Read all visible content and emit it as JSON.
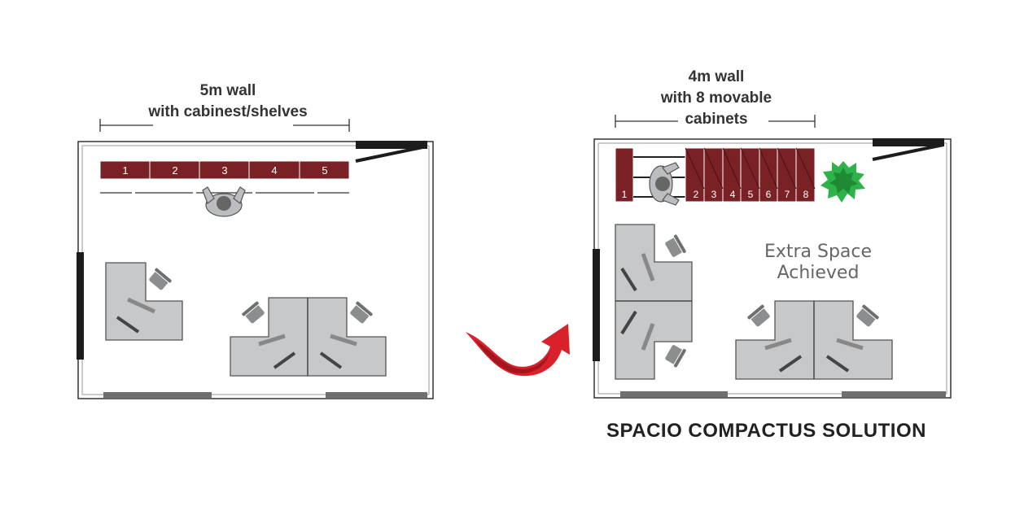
{
  "before": {
    "wall_label_line1": "5m wall",
    "wall_label_line2": "with cabinest/shelves",
    "cabinets": [
      "1",
      "2",
      "3",
      "4",
      "5"
    ]
  },
  "after": {
    "wall_label_line1": "4m wall",
    "wall_label_line2": "with 8 movable",
    "wall_label_line3": "cabinets",
    "cabinets": [
      "1",
      "2",
      "3",
      "4",
      "5",
      "6",
      "7",
      "8"
    ],
    "extra_space_line1": "Extra Space",
    "extra_space_line2": "Achieved"
  },
  "caption": "SPACIO COMPACTUS SOLUTION",
  "colors": {
    "cabinet": "#7a2126",
    "desk": "#c7c8ca",
    "chair": "#8c8d8f",
    "wall": "#1c1c1c",
    "arrow": "#d8212a",
    "plant": "#2db34a"
  }
}
